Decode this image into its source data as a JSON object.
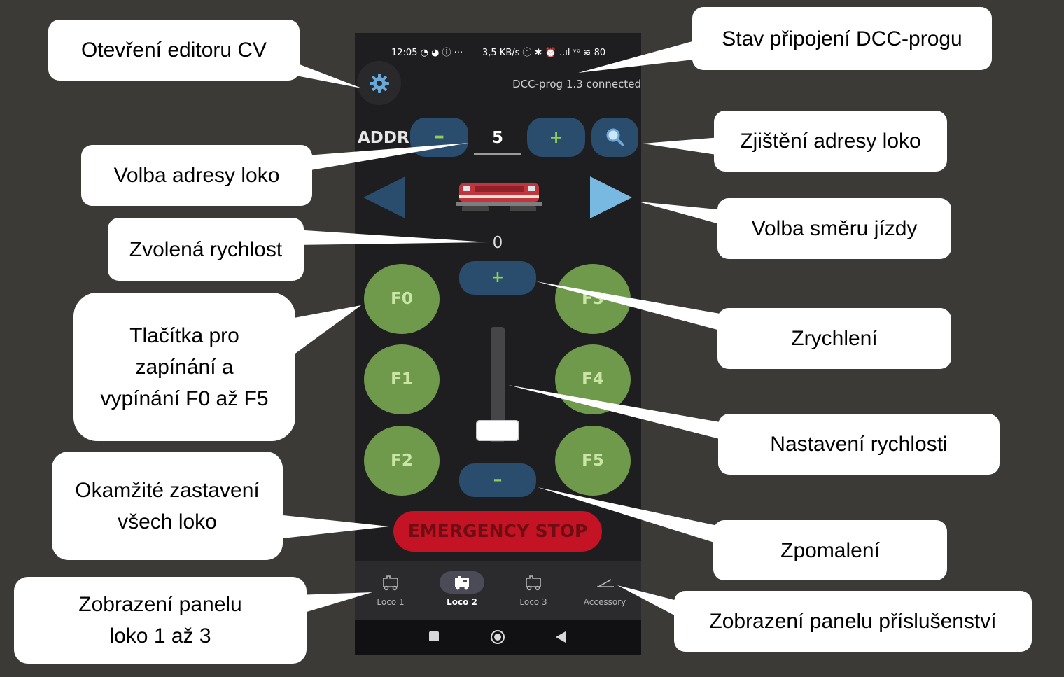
{
  "status_bar": {
    "time_icons": "12:05 ◔ ◕ ⓘ  ···",
    "right_icons": "3,5 KB/s ⓝ ✱ ⏰ ..ıl ᵛᵒ ≋ 80"
  },
  "header": {
    "settings_icon": "gear-icon",
    "connection_status": "DCC-prog 1.3 connected"
  },
  "address": {
    "label": "ADDR",
    "minus": "–",
    "value": "5",
    "plus": "+",
    "search_icon": "search-icon"
  },
  "direction": {
    "left_icon": "triangle-left-icon",
    "right_icon": "triangle-right-icon",
    "left_color": "#2a4d6e",
    "right_color": "#78b9e2"
  },
  "speed": {
    "value": "0",
    "plus": "+",
    "minus": "–",
    "level": 0
  },
  "functions": {
    "f0": "F0",
    "f1": "F1",
    "f2": "F2",
    "f3": "F3",
    "f4": "F4",
    "f5": "F5"
  },
  "emergency": {
    "label": "EMERGENCY STOP",
    "color": "#c41324"
  },
  "nav": {
    "items": [
      {
        "label": "Loco 1",
        "icon": "train-icon"
      },
      {
        "label": "Loco 2",
        "icon": "train-icon"
      },
      {
        "label": "Loco 3",
        "icon": "train-icon"
      },
      {
        "label": "Accessory",
        "icon": "turnout-icon"
      }
    ],
    "active": "Loco 2"
  },
  "system_nav": {
    "recent_icon": "square-icon",
    "home_icon": "circle-icon",
    "back_icon": "back-triangle-icon"
  },
  "callouts": {
    "cv_editor": "Otevření editoru CV",
    "dcc_status": "Stav připojení DCC-progu",
    "addr_detect": "Zjištění adresy loko",
    "addr_select": "Volba adresy loko",
    "direction": "Volba směru jízdy",
    "chosen_speed": "Zvolená rychlost",
    "functions_line1": "Tlačítka pro",
    "functions_line2": "zapínání a",
    "functions_line3": "vypínání F0 až F5",
    "accelerate": "Zrychlení",
    "speed_setting": "Nastavení rychlosti",
    "stop_line1": "Okamžité zastavení",
    "stop_line2": "všech loko",
    "decelerate": "Zpomalení",
    "loco_panel_line1": "Zobrazení panelu",
    "loco_panel_line2": "loko 1 až 3",
    "accessory_panel": "Zobrazení panelu příslušenství"
  }
}
